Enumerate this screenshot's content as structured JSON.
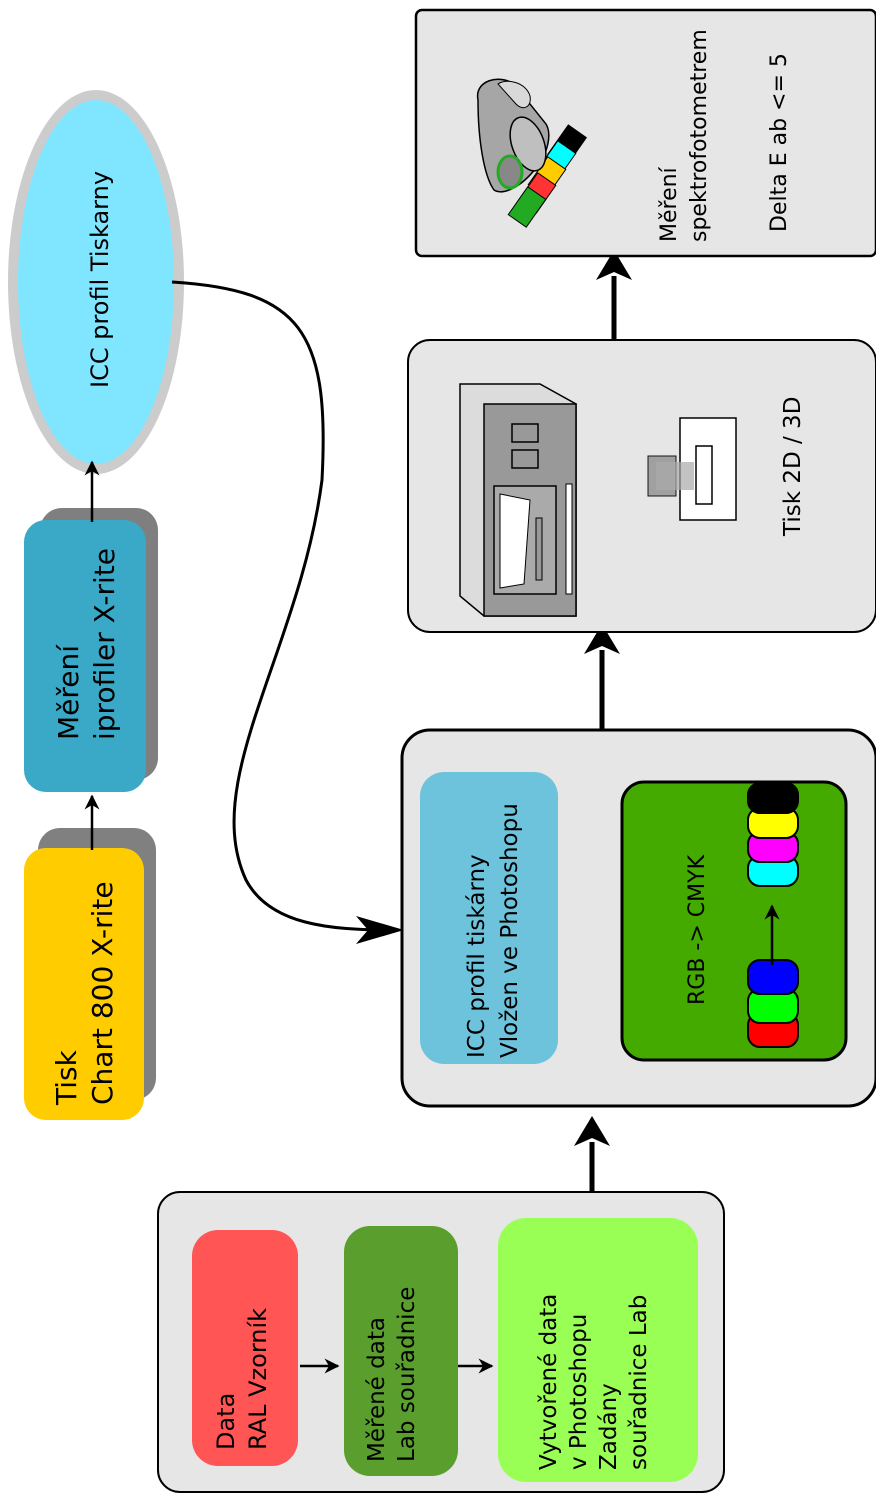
{
  "chart_box": {
    "line1": "Tisk",
    "line2": "Chart 800 X-rite"
  },
  "iprofiler_box": {
    "line1": "Měření",
    "line2": "iprofiler X-rite"
  },
  "icc_printer_ellipse": {
    "label": "ICC profil Tiskarny"
  },
  "icc_photoshop_box": {
    "line1": "ICC profil tiskárny",
    "line2": "Vložen ve Photoshopu"
  },
  "conversion_panel": {
    "label": "RGB -> CMYK",
    "rgb_swatches": [
      "#ff0000",
      "#00ff00",
      "#0000ff"
    ],
    "cmyk_swatches": [
      "#00ffff",
      "#ff00ff",
      "#ffff00",
      "#000000"
    ]
  },
  "print_box": {
    "label": "Tisk 2D / 3D"
  },
  "measure_box": {
    "line1": "Měření",
    "line2": "spektrofotometrem",
    "line3": "Delta E ab <= 5"
  },
  "data_group": {
    "ral_line1": "Data",
    "ral_line2": "RAL Vzorník",
    "lab_line1": "Měřené data",
    "lab_line2": "Lab souřadnice",
    "ps_line1": "Vytvořené data",
    "ps_line2": "v Photoshopu",
    "ps_line3": "Zadány",
    "ps_line4": "souřadnice Lab"
  },
  "colors": {
    "yellow_box": "#ffcc00",
    "teal_box": "#3aa9c7",
    "ellipse_fill": "#80e5ff",
    "light_blue_box": "#6ec3dc",
    "green_panel": "#44aa00",
    "red_box": "#ff5555",
    "dark_green_box": "#5a9e2e",
    "light_green_box": "#99ff55",
    "panel_gray": "#e6e6e6"
  }
}
